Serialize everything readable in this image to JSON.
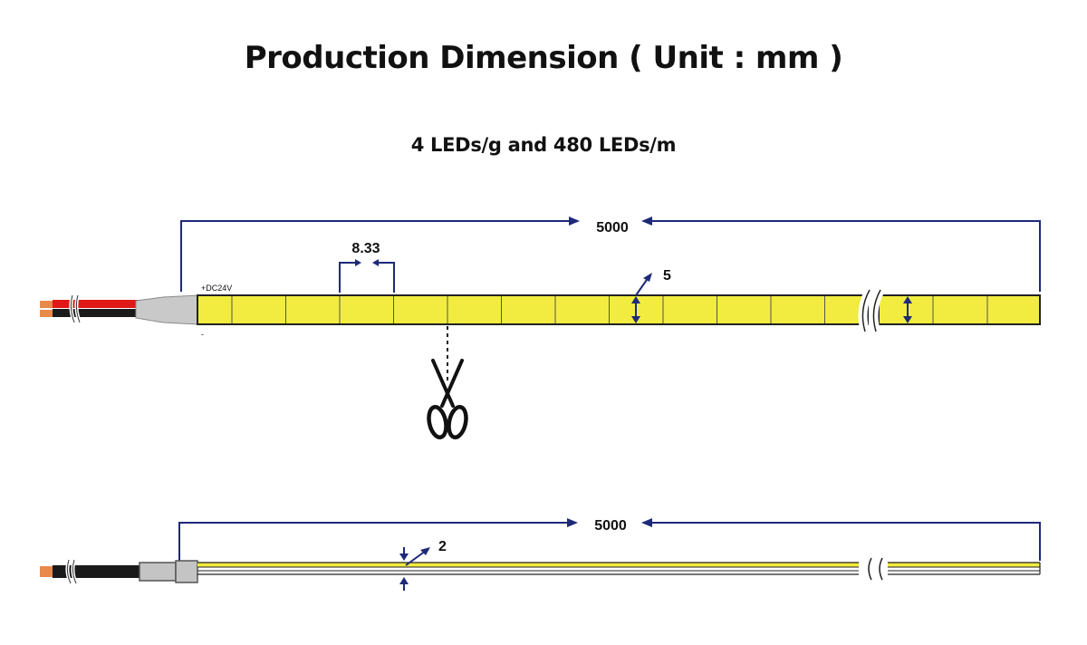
{
  "title": "Production Dimension ( Unit : mm )",
  "subtitle": "4 LEDs/g and 480 LEDs/m",
  "top_view": {
    "length_label": "5000",
    "pitch_label": "8.33",
    "width_label": "5",
    "polarity_plus": "+DC24V",
    "polarity_minus": "-"
  },
  "side_view": {
    "length_label": "5000",
    "thickness_label": "2"
  },
  "colors": {
    "strip_yellow": "#f1ec3f",
    "dimension_line": "#1e2a78",
    "wire_red": "#e11818",
    "wire_black": "#1a1a1a",
    "copper": "#e88a4a",
    "sleeve_grey": "#c9c9c9"
  },
  "icons": [
    "scissors-icon"
  ]
}
